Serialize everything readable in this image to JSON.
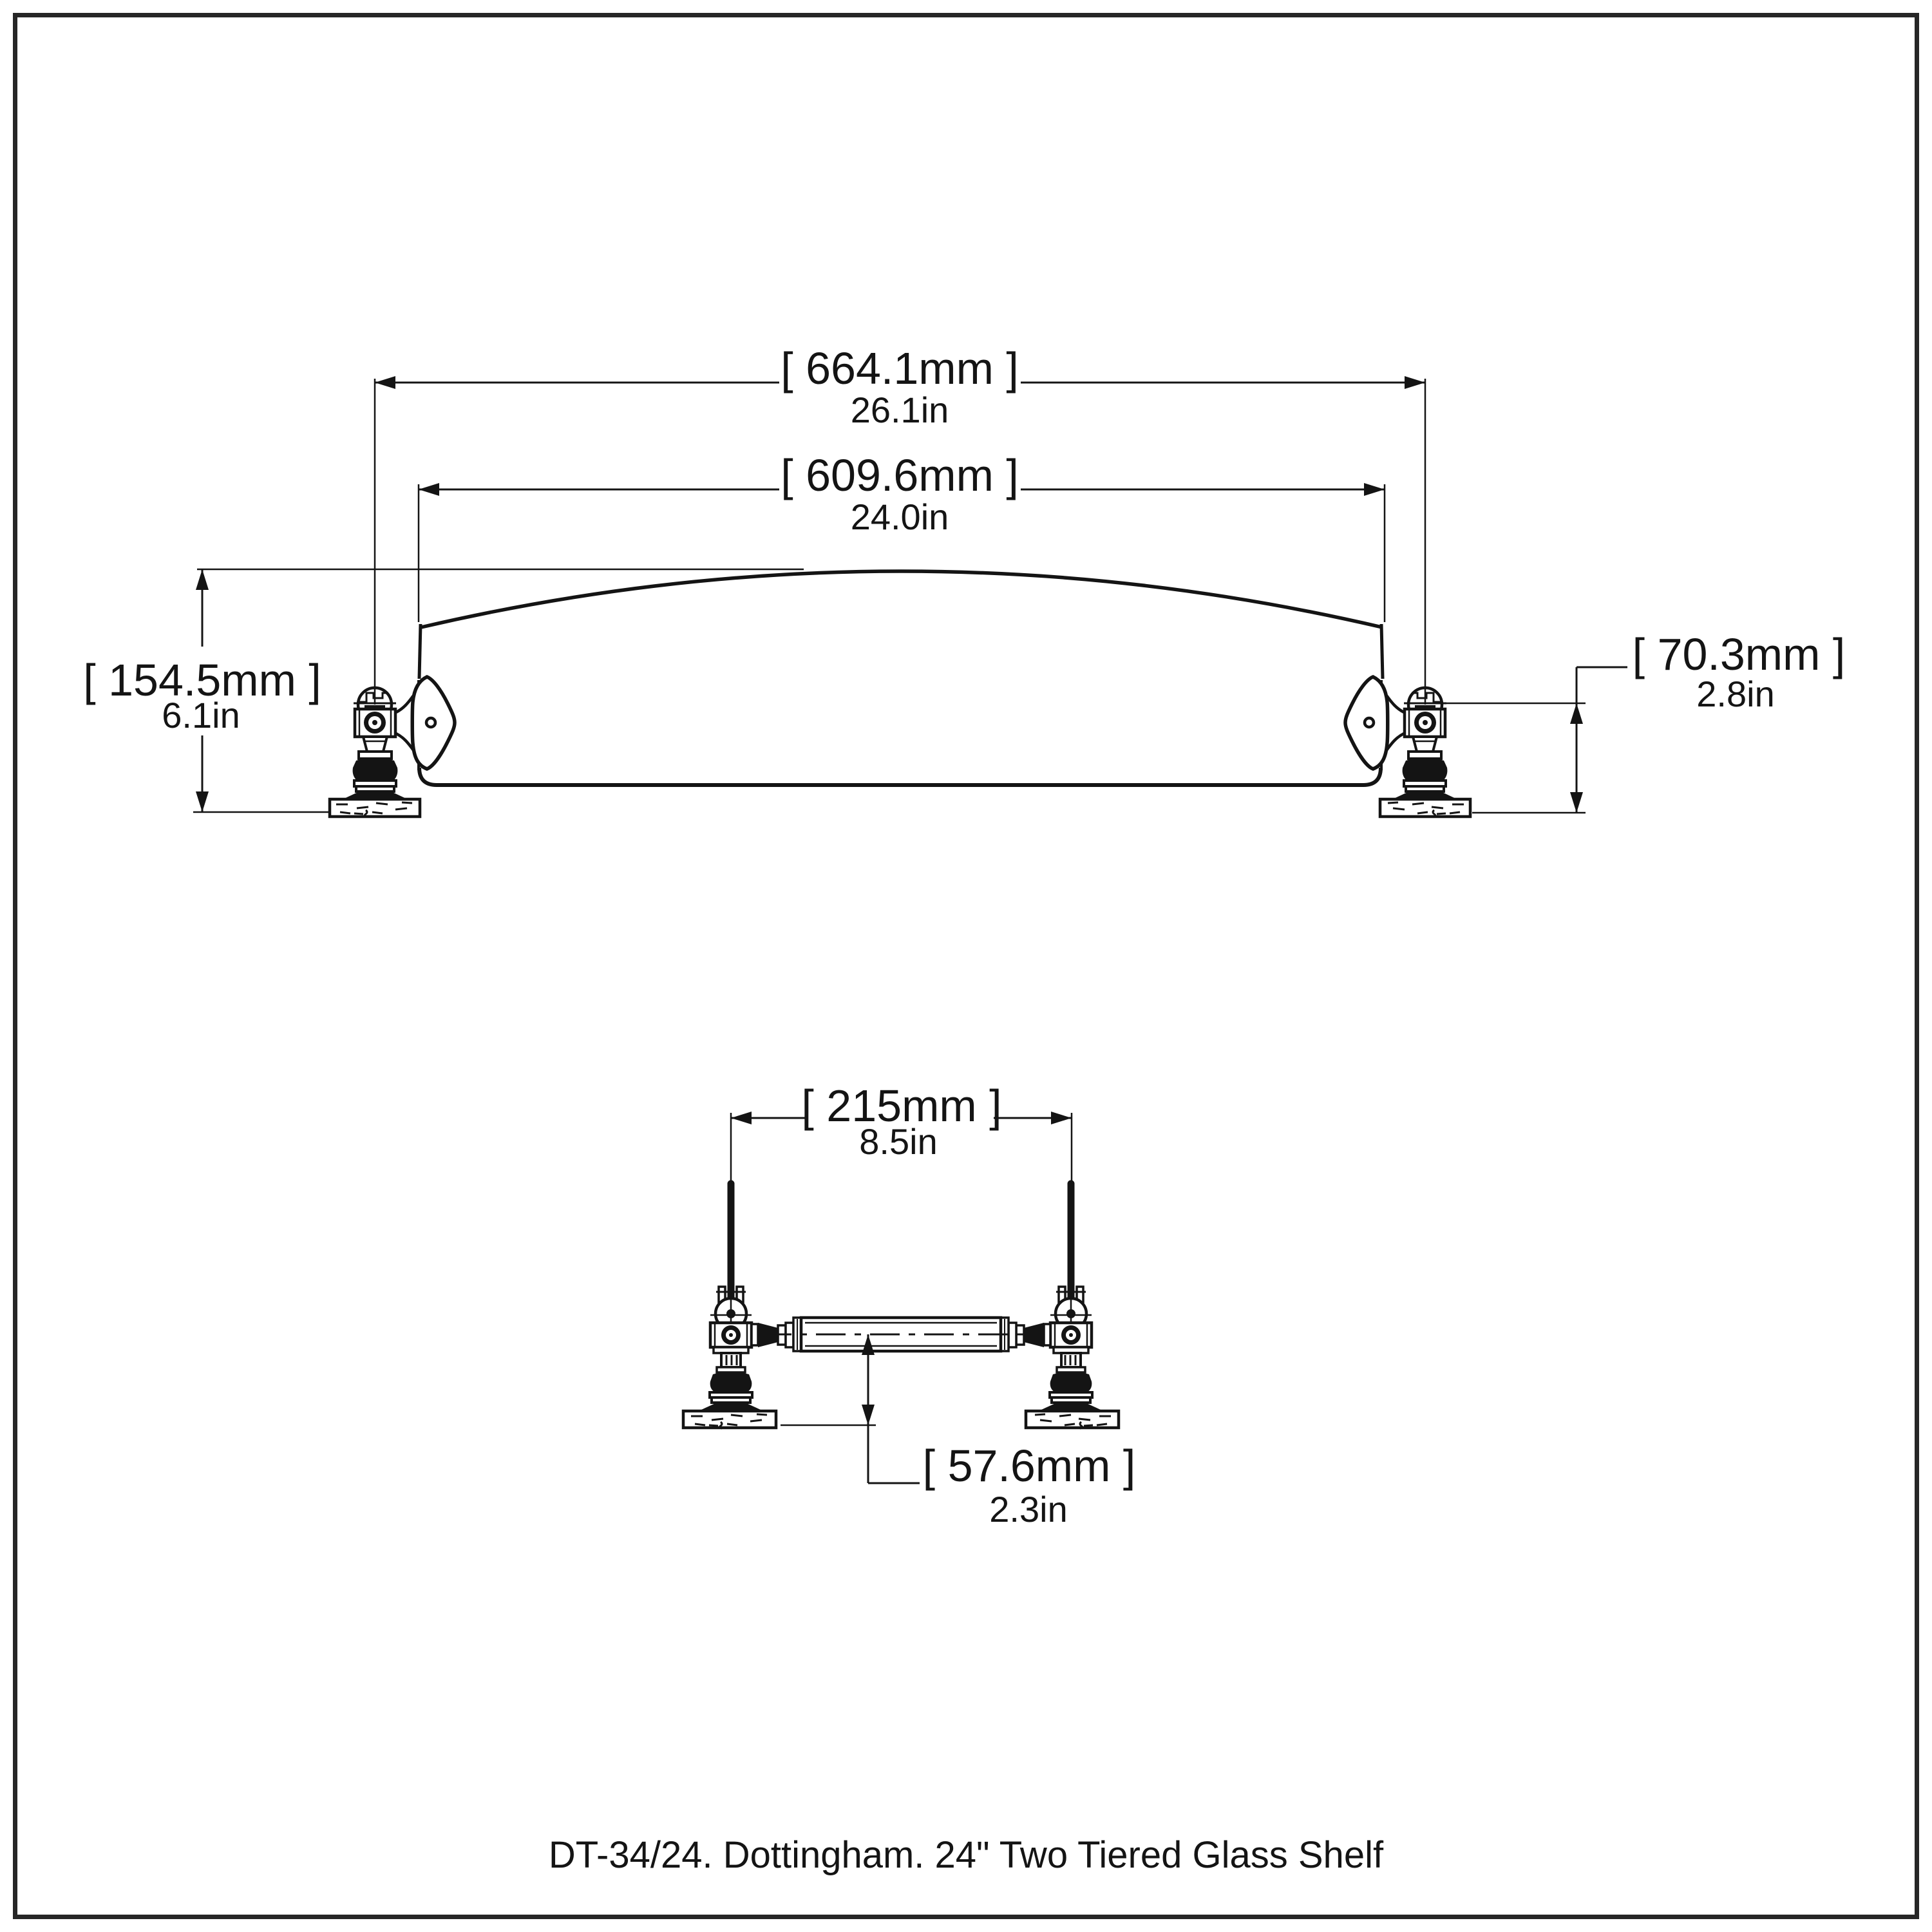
{
  "colors": {
    "ink": "#141414",
    "border": "#262626",
    "bg": "#ffffff"
  },
  "caption": "DT-34/24. Dottingham. 24\" Two Tiered Glass Shelf",
  "front_view": {
    "overall_width": {
      "mm": "[ 664.1mm ]",
      "inches": "26.1in"
    },
    "glass_width": {
      "mm": "[ 609.6mm ]",
      "inches": "24.0in"
    },
    "assembly_height": {
      "mm": "[ 154.5mm ]",
      "inches": "6.1in"
    },
    "bracket_height": {
      "mm": "[ 70.3mm ]",
      "inches": "2.8in"
    }
  },
  "side_view": {
    "post_spacing": {
      "mm": "[ 215mm ]",
      "inches": "8.5in"
    },
    "bar_height": {
      "mm": "[ 57.6mm ]",
      "inches": "2.3in"
    }
  }
}
